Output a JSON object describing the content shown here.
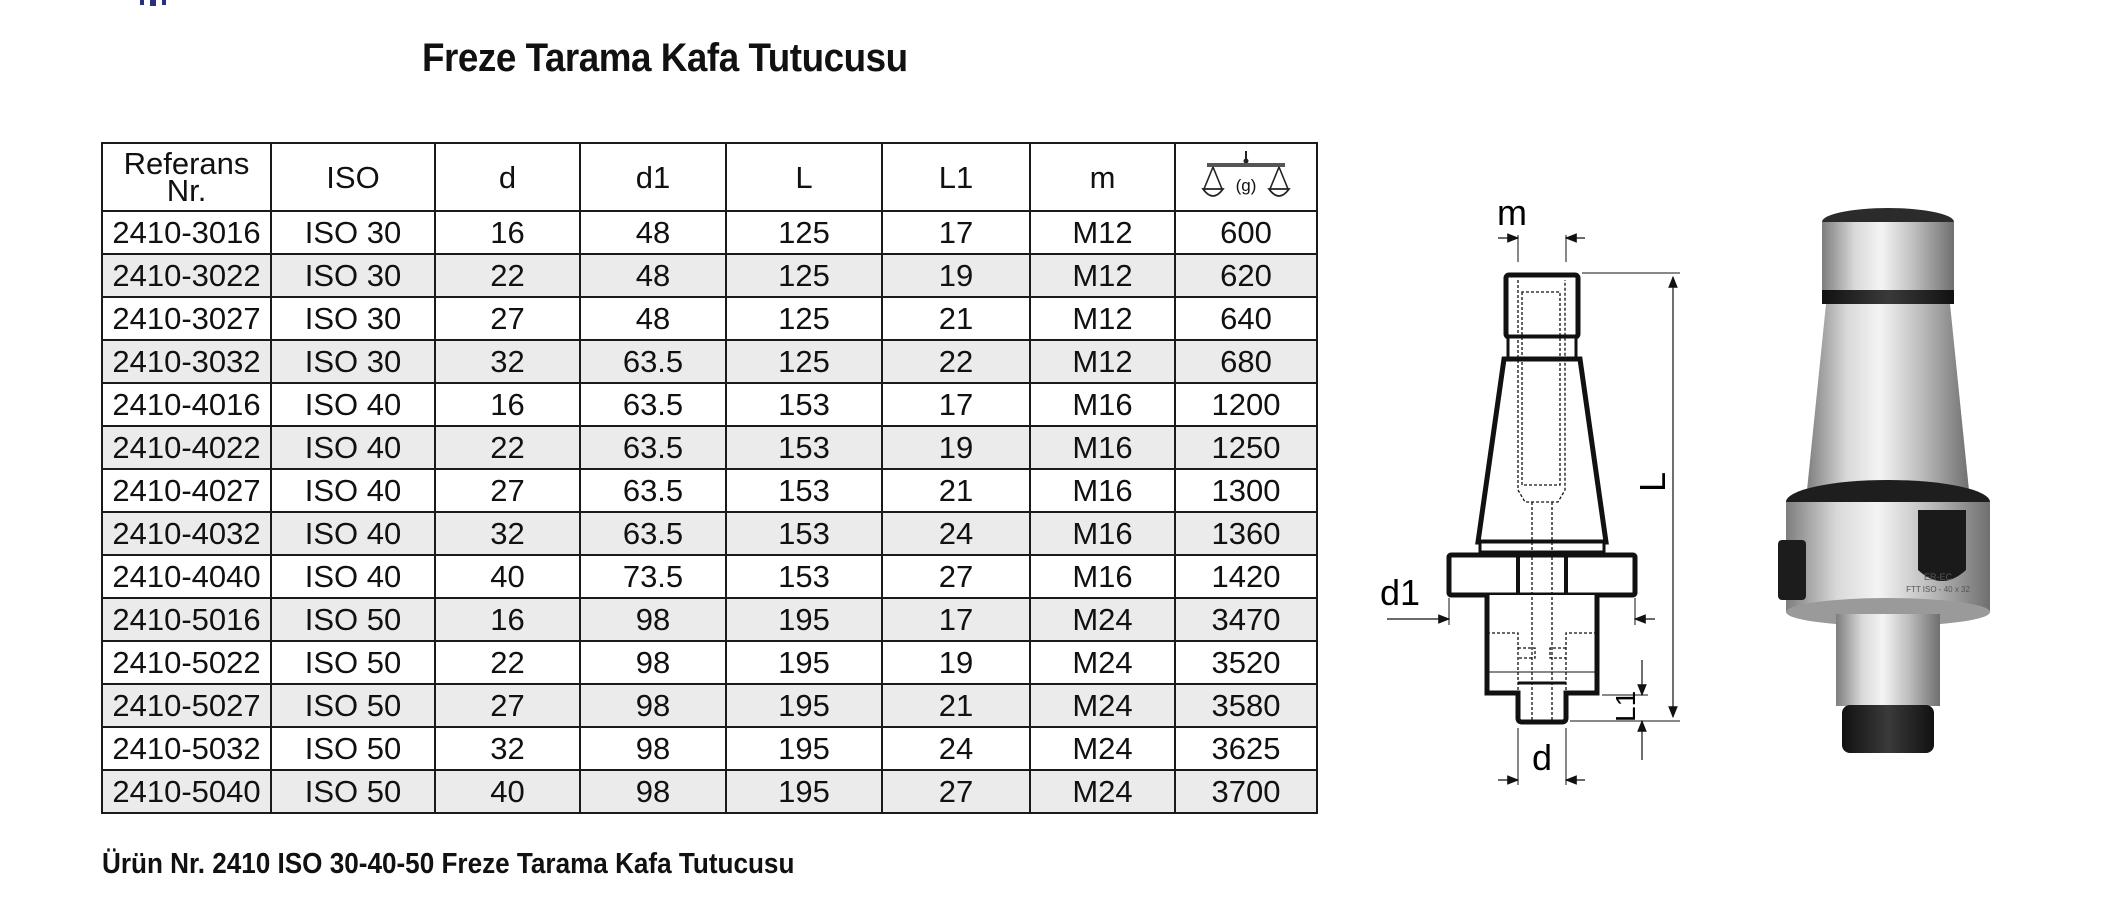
{
  "page": {
    "title": "Freze Tarama Kafa Tutucusu",
    "caption": "Ürün Nr. 2410 ISO 30-40-50  Freze Tarama Kafa Tutucusu"
  },
  "table": {
    "headers": [
      "Referans Nr.",
      "ISO",
      "d",
      "d1",
      "L",
      "L1",
      "m",
      "(g)"
    ],
    "header_ref_line1": "Referans",
    "header_ref_line2": "Nr.",
    "weight_header_icon": "scale-icon",
    "weight_unit": "(g)",
    "rows": [
      [
        "2410-3016",
        "ISO 30",
        "16",
        "48",
        "125",
        "17",
        "M12",
        "600"
      ],
      [
        "2410-3022",
        "ISO 30",
        "22",
        "48",
        "125",
        "19",
        "M12",
        "620"
      ],
      [
        "2410-3027",
        "ISO 30",
        "27",
        "48",
        "125",
        "21",
        "M12",
        "640"
      ],
      [
        "2410-3032",
        "ISO 30",
        "32",
        "63.5",
        "125",
        "22",
        "M12",
        "680"
      ],
      [
        "2410-4016",
        "ISO 40",
        "16",
        "63.5",
        "153",
        "17",
        "M16",
        "1200"
      ],
      [
        "2410-4022",
        "ISO 40",
        "22",
        "63.5",
        "153",
        "19",
        "M16",
        "1250"
      ],
      [
        "2410-4027",
        "ISO 40",
        "27",
        "63.5",
        "153",
        "21",
        "M16",
        "1300"
      ],
      [
        "2410-4032",
        "ISO 40",
        "32",
        "63.5",
        "153",
        "24",
        "M16",
        "1360"
      ],
      [
        "2410-4040",
        "ISO 40",
        "40",
        "73.5",
        "153",
        "27",
        "M16",
        "1420"
      ],
      [
        "2410-5016",
        "ISO 50",
        "16",
        "98",
        "195",
        "17",
        "M24",
        "3470"
      ],
      [
        "2410-5022",
        "ISO 50",
        "22",
        "98",
        "195",
        "19",
        "M24",
        "3520"
      ],
      [
        "2410-5027",
        "ISO 50",
        "27",
        "98",
        "195",
        "21",
        "M24",
        "3580"
      ],
      [
        "2410-5032",
        "ISO 50",
        "32",
        "98",
        "195",
        "24",
        "M24",
        "3625"
      ],
      [
        "2410-5040",
        "ISO 50",
        "40",
        "98",
        "195",
        "27",
        "M24",
        "3700"
      ]
    ]
  },
  "diagram": {
    "labels": {
      "m": "m",
      "L": "L",
      "d1": "d1",
      "L1": "L1",
      "d": "d"
    }
  },
  "photo": {
    "brand_text": "ER-EC",
    "model_text": "FTT ISO - 40 x 32"
  },
  "colors": {
    "row_shade": "#ebebeb",
    "border": "#1a1a1a",
    "text": "#111111"
  }
}
